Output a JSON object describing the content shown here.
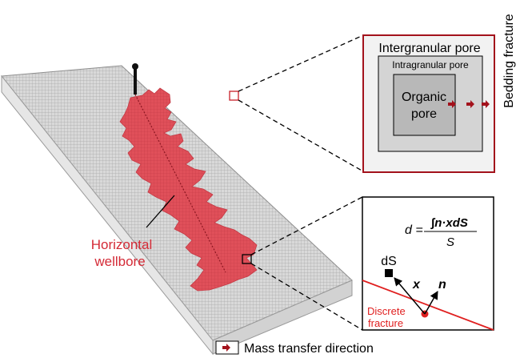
{
  "labels": {
    "wellbore_line1": "Horizontal",
    "wellbore_line2": "wellbore",
    "bedding_fracture": "Bedding fracture",
    "intergranular_pore": "Intergranular pore",
    "intragranular_pore": "Intragranular pore",
    "organic_line1": "Organic",
    "organic_line2": "pore",
    "ds_label": "dS",
    "x_vector": "x",
    "n_vector": "n",
    "discrete_line1": "Discrete",
    "discrete_line2": "fracture",
    "formula_lhs": "d =",
    "formula_numerator": "∫n·xdS",
    "formula_denominator": "S"
  },
  "legend": {
    "mass_transfer": "Mass transfer direction"
  },
  "colors": {
    "fracture_red": "#e0505a",
    "dark_red": "#a3121c",
    "accent_red": "#e02020",
    "grid_gray": "#c9c9c9",
    "panel_outer": "#f2f2f2",
    "panel_mid": "#d4d4d4",
    "panel_inner": "#b8b8b8"
  },
  "icons": {
    "arrow": "right-arrow-icon",
    "wellhead": "wellhead-icon"
  }
}
